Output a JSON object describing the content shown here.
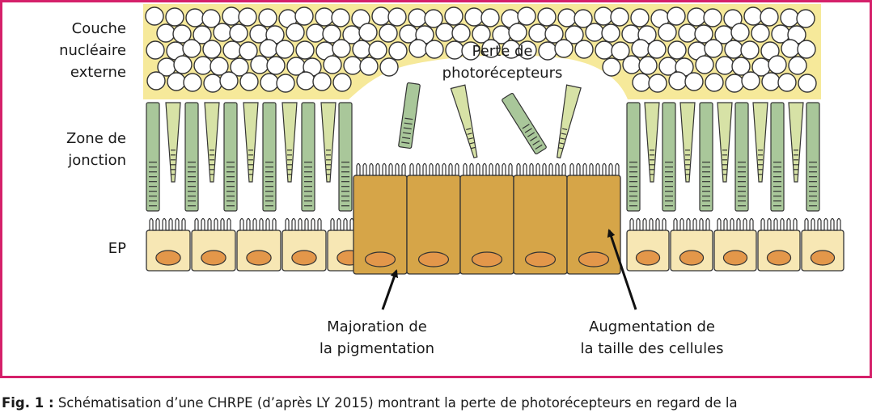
{
  "labels": {
    "outer_nuclear_layer": [
      "Couche",
      "nucléaire",
      "externe"
    ],
    "junction_zone": [
      "Zone de",
      "jonction"
    ],
    "rpe": "EP",
    "photoreceptor_loss": [
      "Perte de",
      "photorécepteurs"
    ],
    "increased_pigmentation": [
      "Majoration de",
      "la pigmentation"
    ],
    "cell_size_increase": [
      "Augmentation de",
      "la taille des cellules"
    ]
  },
  "caption": {
    "label": "Fig. 1 :",
    "text": " Schématisation d’une CHRPE (d’après LY 2015) montrant la perte de photorécepteurs en regard de la"
  },
  "colors": {
    "frame": "#d5206a",
    "nuclear_layer": "#f6e99a",
    "rod": "#a9c79a",
    "cone": "#d7e2a6",
    "rpe_normal": "#f7e7b4",
    "rpe_pigmented": "#d6a548",
    "nucleus": "#e3974a"
  }
}
